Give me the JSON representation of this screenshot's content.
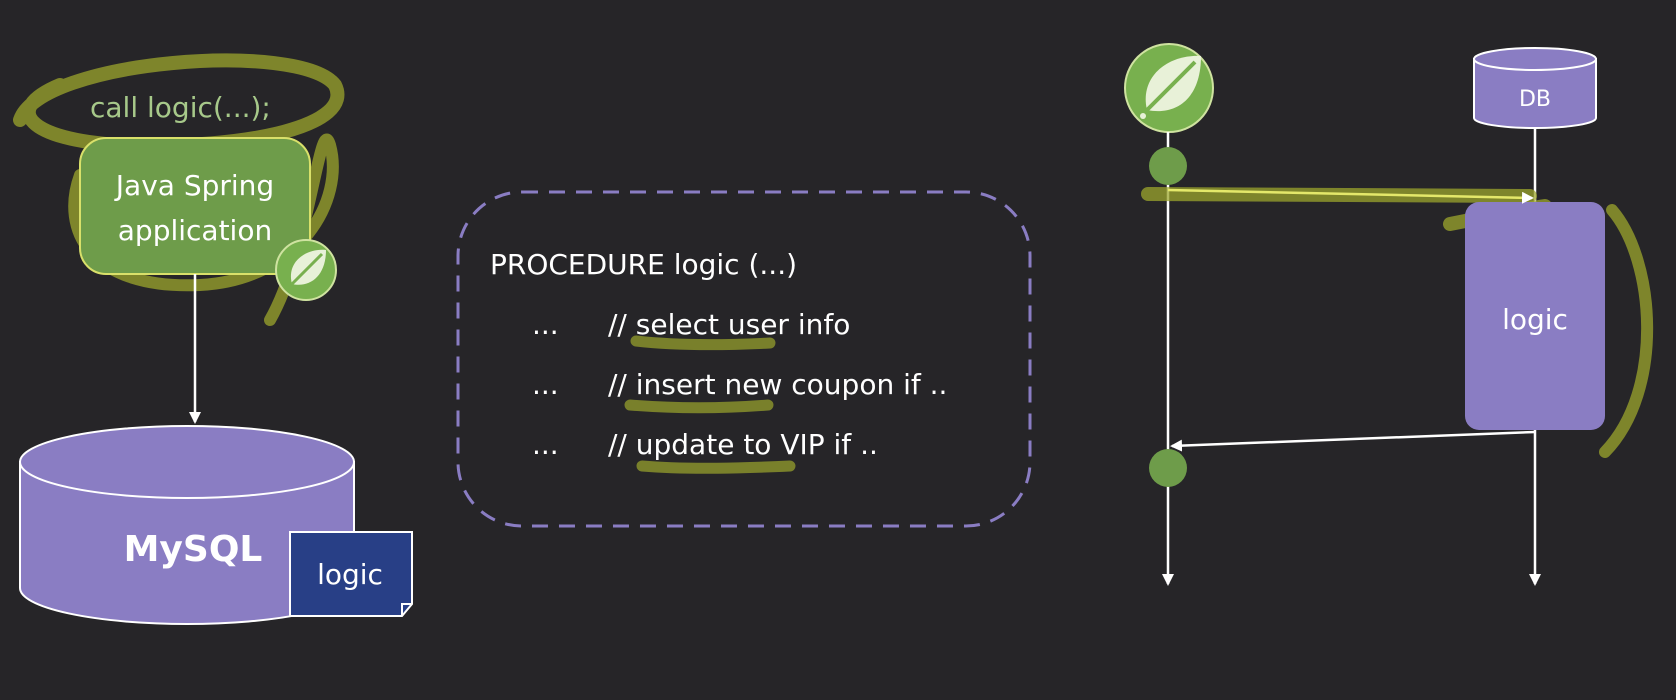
{
  "left": {
    "call_text": "call logic(...);",
    "app_line1": "Java Spring",
    "app_line2": "application",
    "db_label": "MySQL",
    "note_label": "logic"
  },
  "middle": {
    "procedure_header": "PROCEDURE logic (...)",
    "lines": [
      {
        "dots": "...",
        "comment": "// select user info"
      },
      {
        "dots": "...",
        "comment": "// insert new coupon if .."
      },
      {
        "dots": "...",
        "comment": "// update to VIP if .."
      }
    ]
  },
  "right": {
    "db_label": "DB",
    "logic_label": "logic"
  },
  "colors": {
    "background": "#262528",
    "spring_green": "#6e9c4a",
    "leaf_green": "#78b04e",
    "purple": "#8a7dc3",
    "navy": "#283f86",
    "highlight": "#9ca62c",
    "dashed_border": "#8a7dc3"
  },
  "icons": [
    "spring-leaf-icon",
    "database-cylinder-icon",
    "note-icon"
  ]
}
